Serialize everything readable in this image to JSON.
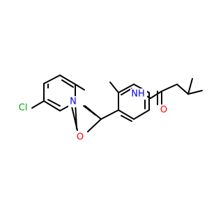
{
  "diagram": {
    "colors": {
      "background": "#ffffff",
      "bond": "#000000",
      "carbon": "#000000",
      "nitrogen": "#0000FF",
      "oxygen": "#FF0000",
      "chlorine": "#00AA00"
    },
    "atoms": {
      "cl": {
        "label": "Cl",
        "element": "Cl"
      },
      "n_oxazole": {
        "label": "N",
        "element": "N"
      },
      "o_oxazole": {
        "label": "O",
        "element": "O"
      },
      "nh_amide": {
        "label": "NH",
        "element": "N"
      },
      "o_carbonyl": {
        "label": "O",
        "element": "O"
      }
    }
  }
}
